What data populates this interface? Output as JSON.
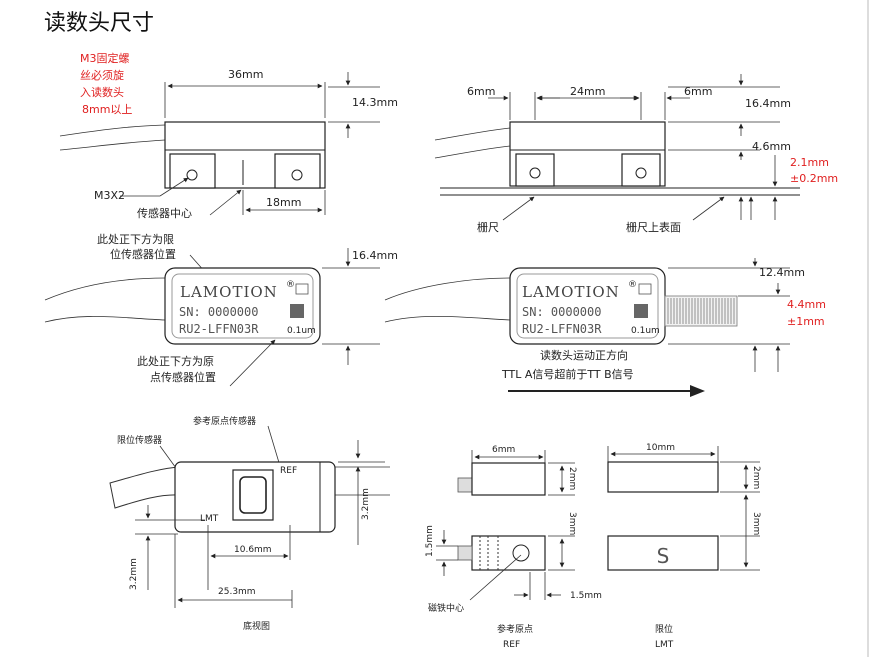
{
  "title": "读数头尺寸",
  "note_red": [
    "M3固定螺",
    "丝必须旋",
    "入读数头",
    "8mm以上"
  ],
  "side_view": {
    "dim_length": "36mm",
    "dim_height": "14.3mm",
    "screw_label": "M3X2",
    "dim_hole": "18mm",
    "sensor_center": "传感器中心",
    "limit_note": [
      "此处正下方为限",
      "位传感器位置"
    ]
  },
  "front_view": {
    "dim_left": "6mm",
    "dim_mid": "24mm",
    "dim_right": "6mm",
    "dim_height": "16.4mm",
    "dim_gap": "4.6mm",
    "red_gap": [
      "2.1mm",
      "±0.2mm"
    ],
    "scale_label": "栅尺",
    "scale_top": "栅尺上表面"
  },
  "top_view_left": {
    "brand": "LAMOTION",
    "sn": "SN: 0000000",
    "model": "RU2-LFFN03R",
    "res": "0.1um",
    "dim_height": "16.4mm",
    "origin_note": [
      "此处正下方为原",
      "点传感器位置"
    ]
  },
  "top_view_right": {
    "brand": "LAMOTION",
    "sn": "SN: 0000000",
    "model": "RU2-LFFN03R",
    "res": "0.1um",
    "dim_height": "12.4mm",
    "red_dim": [
      "4.4mm",
      "±1mm"
    ],
    "direction": "读数头运动正方向",
    "signal": "TTL A信号超前于TT B信号"
  },
  "bottom_view": {
    "ref_sensor": "参考原点传感器",
    "limit_sensor": "限位传感器",
    "ref": "REF",
    "lmt": "LMT",
    "dim_32a": "3.2mm",
    "dim_32b": "3.2mm",
    "dim_106": "10.6mm",
    "dim_253": "25.3mm",
    "caption": "底视图"
  },
  "ref_magnet": {
    "dim_w": "6mm",
    "dim_2": "2mm",
    "dim_3": "3mm",
    "dim_15v": "1.5mm",
    "dim_15h": "1.5mm",
    "center": "磁铁中心",
    "caption": [
      "参考原点",
      "REF"
    ]
  },
  "limit_magnet": {
    "dim_w": "10mm",
    "dim_2": "2mm",
    "dim_3": "3mm",
    "letter": "S",
    "caption": [
      "限位",
      "LMT"
    ]
  }
}
